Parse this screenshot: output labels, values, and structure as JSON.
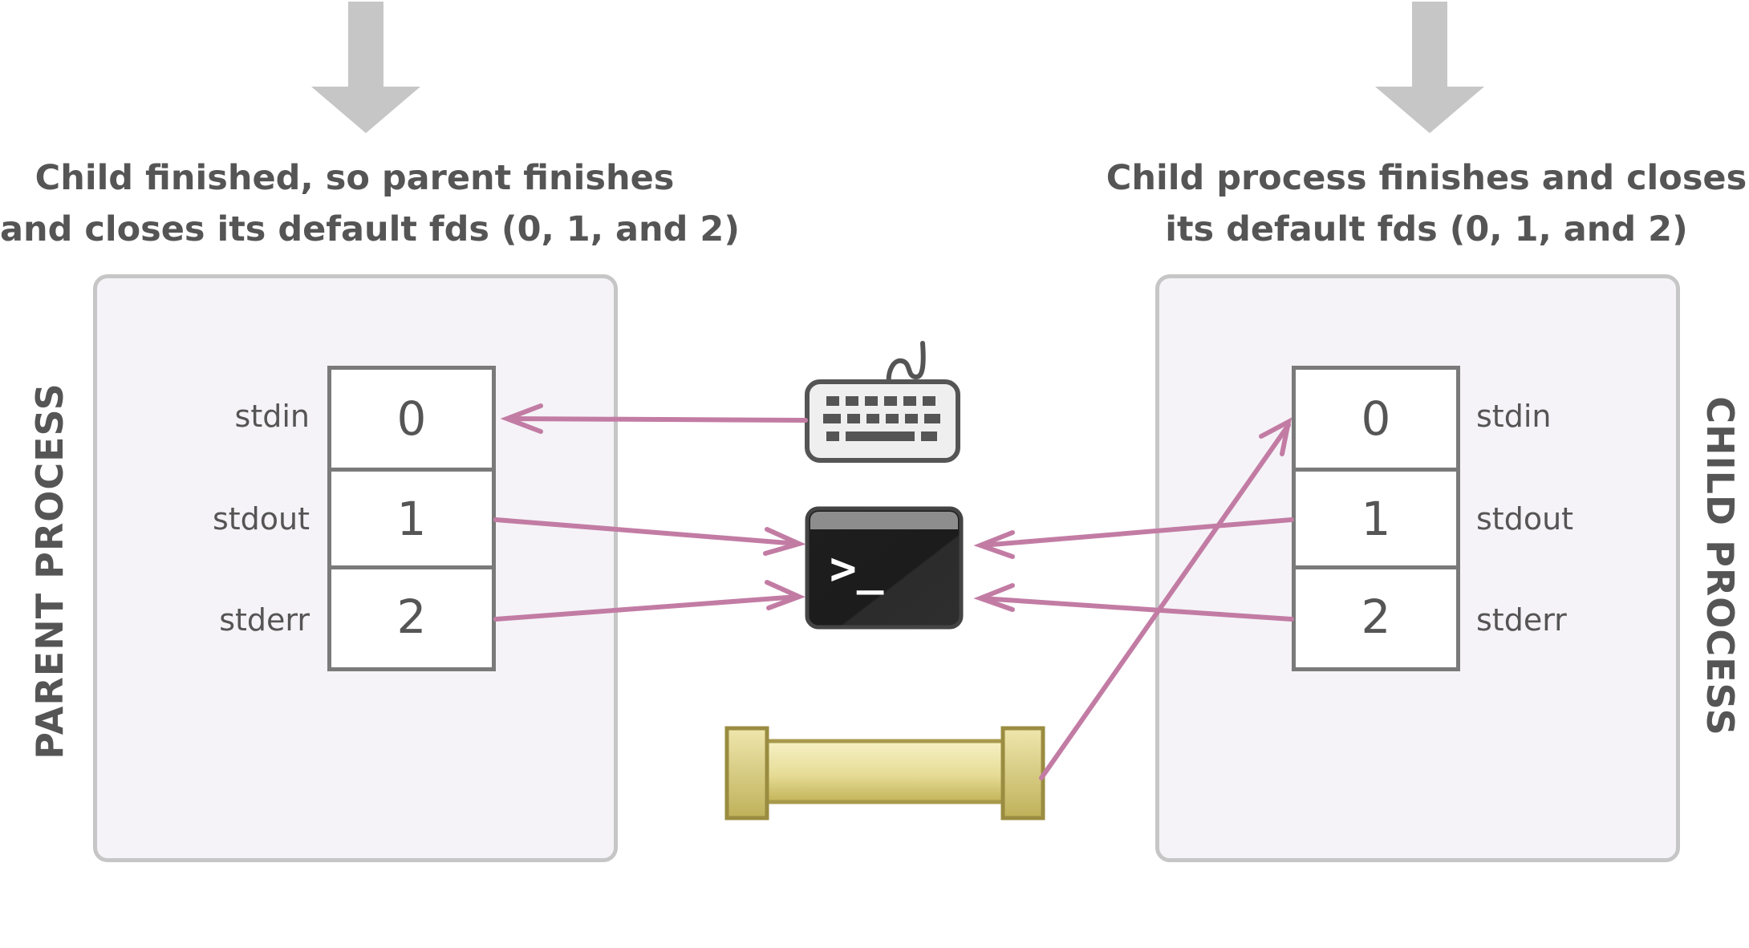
{
  "captions": {
    "left": {
      "line1": "Child finished, so parent finishes",
      "line2": "and closes its default fds (0, 1, and 2)"
    },
    "right": {
      "line1": "Child process finishes and closes",
      "line2": "its default fds (0, 1, and 2)"
    }
  },
  "parent": {
    "title": "PARENT PROCESS",
    "fds": [
      {
        "number": "0",
        "label": "stdin"
      },
      {
        "number": "1",
        "label": "stdout"
      },
      {
        "number": "2",
        "label": "stderr"
      }
    ]
  },
  "child": {
    "title": "CHILD PROCESS",
    "fds": [
      {
        "number": "0",
        "label": "stdin"
      },
      {
        "number": "1",
        "label": "stdout"
      },
      {
        "number": "2",
        "label": "stderr"
      }
    ]
  },
  "devices": {
    "keyboard_icon": "keyboard-icon",
    "terminal_icon": "terminal-icon",
    "terminal_prompt": ">_",
    "pipe_icon": "pipe-icon"
  },
  "colors": {
    "arrow": "#c27ca4",
    "gray_arrow": "#c6c6c6",
    "box_fill": "#f5f3f7",
    "box_border": "#c6c6c6",
    "text": "#555555",
    "pipe": "#a89a4c"
  }
}
